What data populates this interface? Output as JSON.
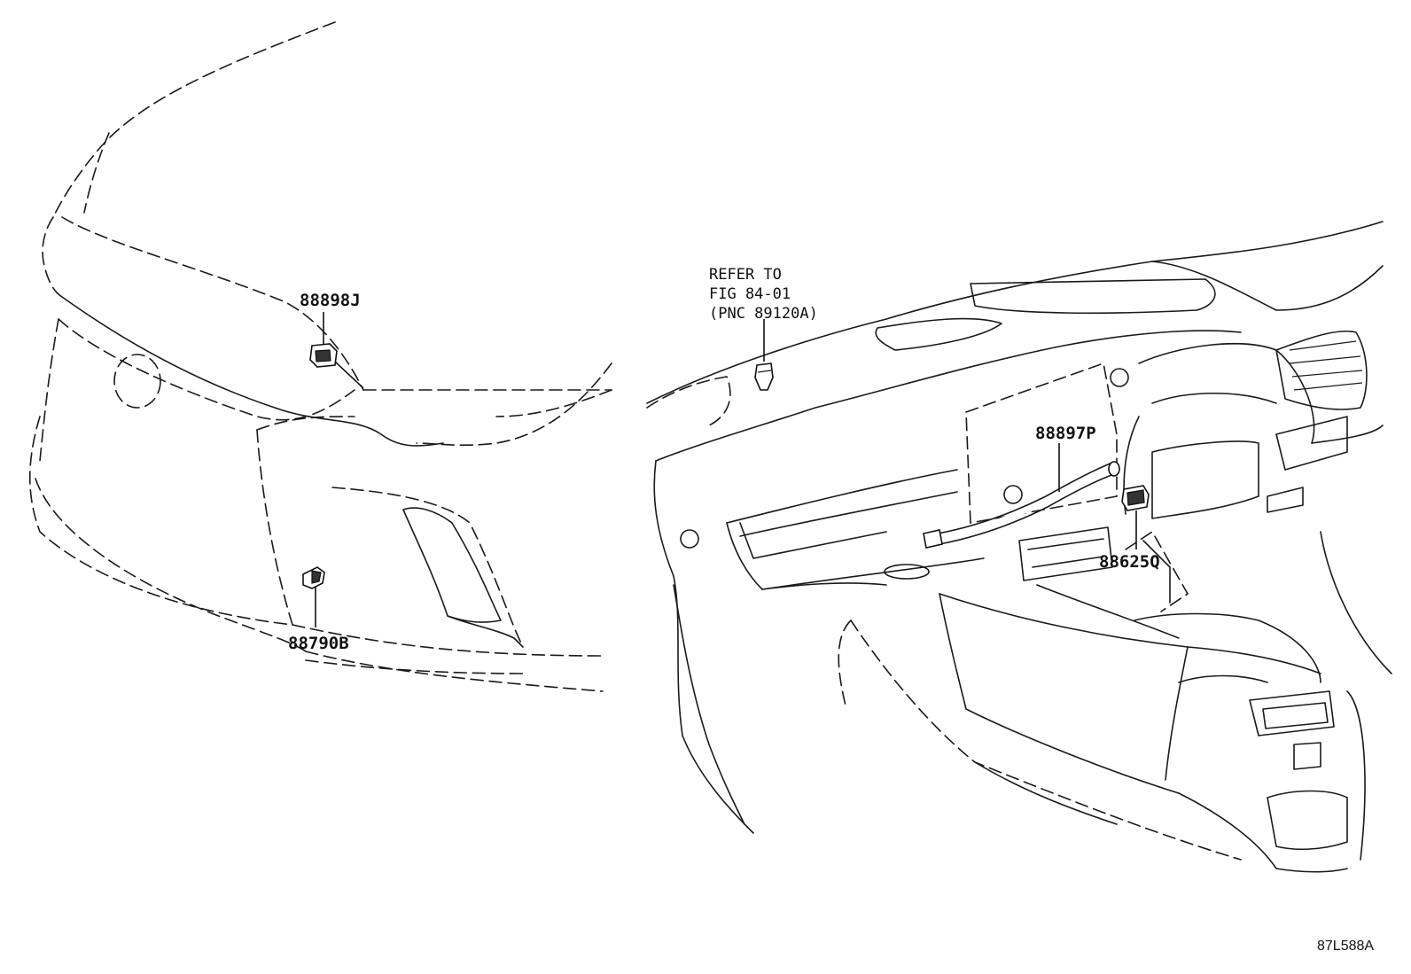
{
  "callouts": {
    "p88898j": "88898J",
    "p88790b": "88790B",
    "p88897p": "88897P",
    "p88625q": "88625Q"
  },
  "refer_note": {
    "line1": "REFER TO",
    "line2": "FIG 84-01",
    "line3": "(PNC 89120A)"
  },
  "figure_code": "87L588A"
}
